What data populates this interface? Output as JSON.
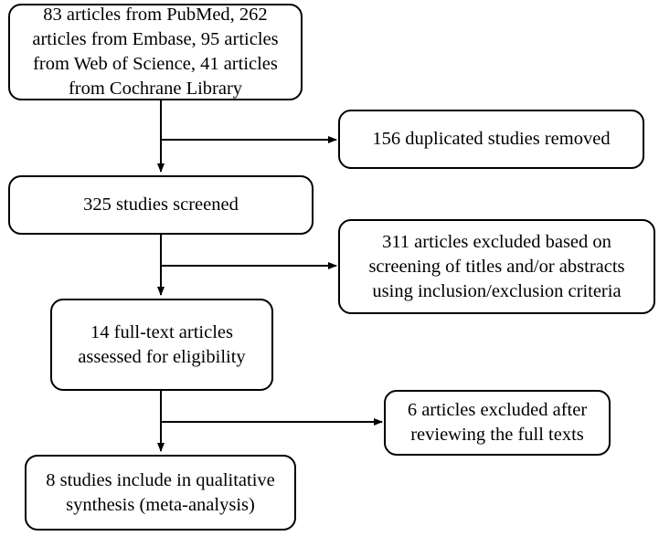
{
  "boxes": {
    "sources": {
      "lines": [
        "83 articles from PubMed, 262",
        "articles from Embase, 95 articles",
        "from Web of Science, 41 articles",
        "from Cochrane Library"
      ]
    },
    "duplicates_removed": {
      "lines": [
        "156 duplicated studies removed"
      ]
    },
    "screened": {
      "lines": [
        "325 studies screened"
      ]
    },
    "excluded_titles_abstracts": {
      "lines": [
        "311 articles excluded based on",
        "screening of titles and/or abstracts",
        "using inclusion/exclusion criteria"
      ]
    },
    "full_text_assessed": {
      "lines": [
        "14 full-text articles",
        "assessed for eligibility"
      ]
    },
    "excluded_full_text": {
      "lines": [
        "6 articles excluded after",
        "reviewing the full texts"
      ]
    },
    "included": {
      "lines": [
        "8 studies include in qualitative",
        "synthesis (meta-analysis)"
      ]
    }
  },
  "colors": {
    "stroke": "#000000",
    "background": "#ffffff"
  }
}
